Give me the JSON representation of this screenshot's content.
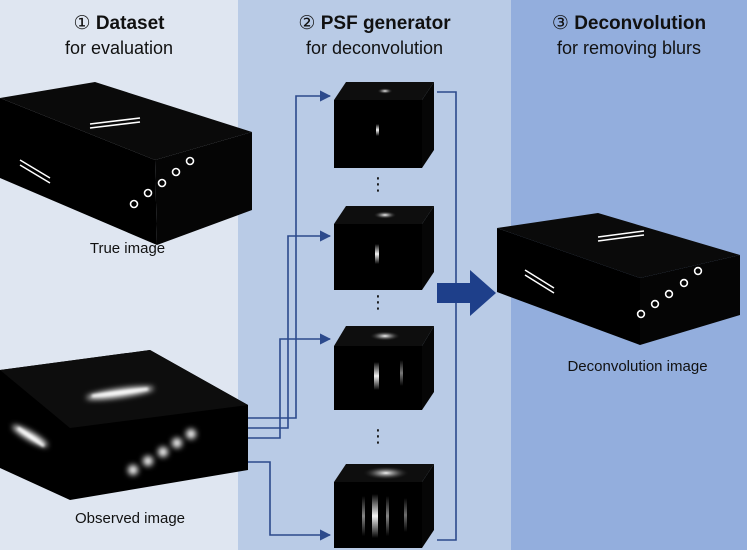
{
  "panels": [
    {
      "number": "①",
      "title": "Dataset",
      "subtitle": "for evaluation"
    },
    {
      "number": "②",
      "title": "PSF generator",
      "subtitle": "for deconvolution"
    },
    {
      "number": "③",
      "title": "Deconvolution",
      "subtitle": "for removing blurs"
    }
  ],
  "captions": {
    "true_image": "True image",
    "observed_image": "Observed image",
    "deconvolution_image": "Deconvolution image"
  },
  "ellipsis": "⋮",
  "colors": {
    "panel1": "#dfe6f1",
    "panel2": "#b9cbe6",
    "panel3": "#93aedd",
    "arrow": "#2c4a8c",
    "big_arrow": "#1e3f8a"
  }
}
